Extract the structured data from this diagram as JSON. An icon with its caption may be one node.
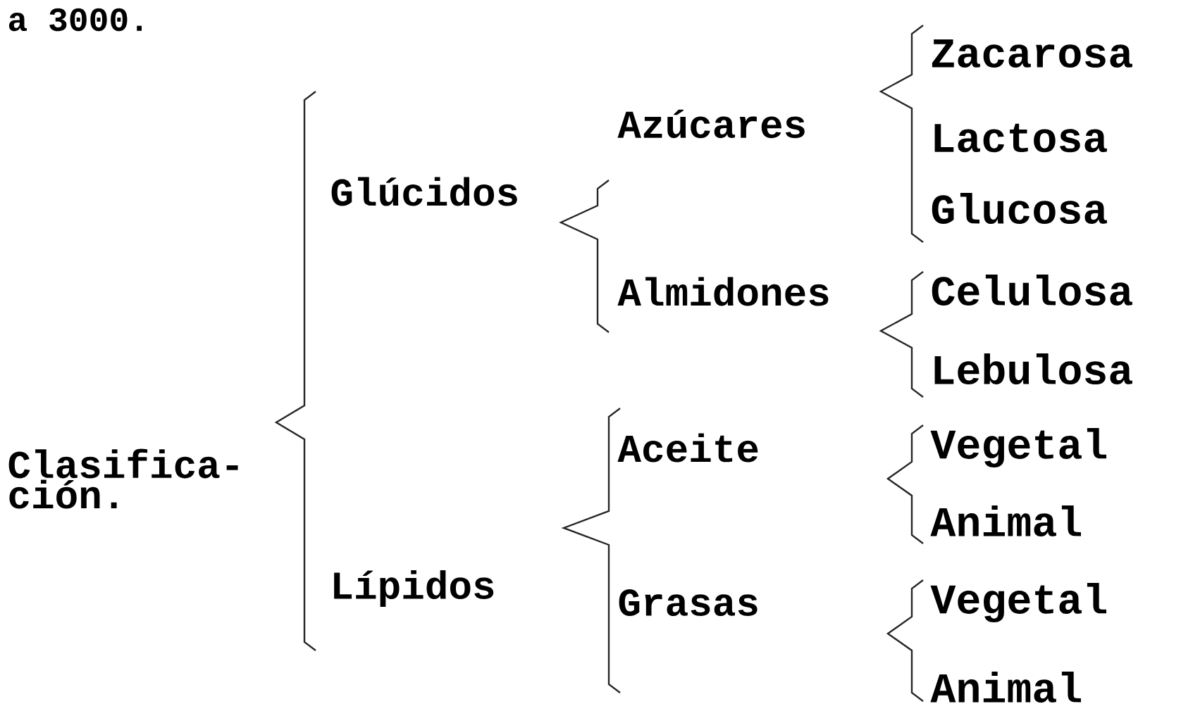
{
  "diagram": {
    "labels": [
      "a 3000.",
      "Clasifica- ción.",
      "Glúcidos",
      "Azúcares",
      "Zacarosa",
      "Lactosa",
      "Glucosa",
      "Almidones",
      "Celulosa",
      "Lebulosa",
      "Lípidos",
      "Aceite",
      "Vegetal",
      "Animal",
      "Grasas",
      "Vegetal",
      "Animal"
    ]
  }
}
